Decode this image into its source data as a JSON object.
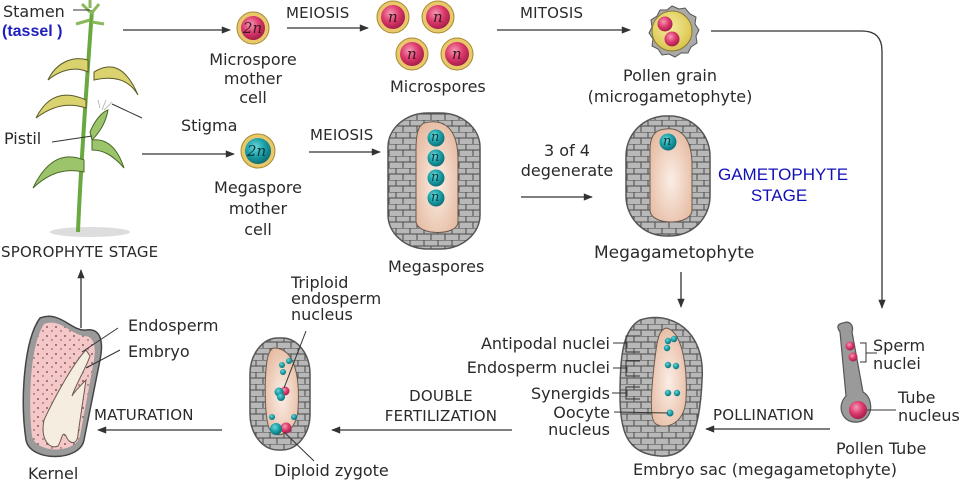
{
  "title": "Maize life cycle: sporophyte and gametophyte stages",
  "colors": {
    "arrow": "#3a3a3a",
    "microspore_fill": "#d8356a",
    "microspore_ring": "#e8c86a",
    "megaspore_fill": "#1aa0a8",
    "cell_wall_gray": "#9a9a9a",
    "sac_fill": "#efcdb8",
    "kernel_endosperm": "#f4c8c8",
    "stage_label_blue": "#1f1fc0"
  },
  "plant": {
    "stamen_label": "Stamen",
    "tassel_label": "(tassel )",
    "pistil_label": "Pistil",
    "stage_label": "SPOROPHYTE STAGE"
  },
  "male_path": {
    "microspore_mother_cell": {
      "ploidy": "2n",
      "label_lines": [
        "Microspore",
        "mother",
        "cell"
      ]
    },
    "meiosis_label": "MEIOSIS",
    "microspores": {
      "ploidy": "n",
      "count": 4,
      "label": "Microspores"
    },
    "mitosis_label": "MITOSIS",
    "pollen_grain": {
      "label_lines": [
        "Pollen grain",
        "(microgametophyte)"
      ]
    }
  },
  "female_path": {
    "stigma_label": "Stigma",
    "megaspore_mother_cell": {
      "ploidy": "2n",
      "label_lines": [
        "Megaspore",
        "mother",
        "cell"
      ]
    },
    "meiosis_label": "MEIOSIS",
    "megaspores": {
      "ploidy": "n",
      "count": 4,
      "label": "Megaspores"
    },
    "degenerate_label_lines": [
      "3 of 4",
      "degenerate"
    ],
    "megagametophyte": {
      "ploidy": "n",
      "label": "Megagametophyte"
    }
  },
  "gametophyte_stage_lines": [
    "GAMETOPHYTE",
    "STAGE"
  ],
  "pollen_tube": {
    "label": "Pollen Tube",
    "sperm_nuclei_lines": [
      "Sperm",
      "nuclei"
    ],
    "tube_nucleus_lines": [
      "Tube",
      "nucleus"
    ]
  },
  "pollination_label": "POLLINATION",
  "embryo_sac": {
    "label": "Embryo sac  (megagametophyte)",
    "parts": {
      "antipodal": "Antipodal nuclei",
      "endosperm": "Endosperm nuclei",
      "synergids": "Synergids",
      "oocyte_lines": [
        "Oocyte",
        "nucleus"
      ]
    }
  },
  "double_fertilization_lines": [
    "DOUBLE",
    "FERTILIZATION"
  ],
  "fertilized": {
    "triploid_lines": [
      "Triploid",
      "endosperm",
      "nucleus"
    ],
    "zygote_label": "Diploid zygote"
  },
  "maturation_label": "MATURATION",
  "kernel": {
    "label": "Kernel",
    "endosperm_label": "Endosperm",
    "embryo_label": "Embryo"
  }
}
